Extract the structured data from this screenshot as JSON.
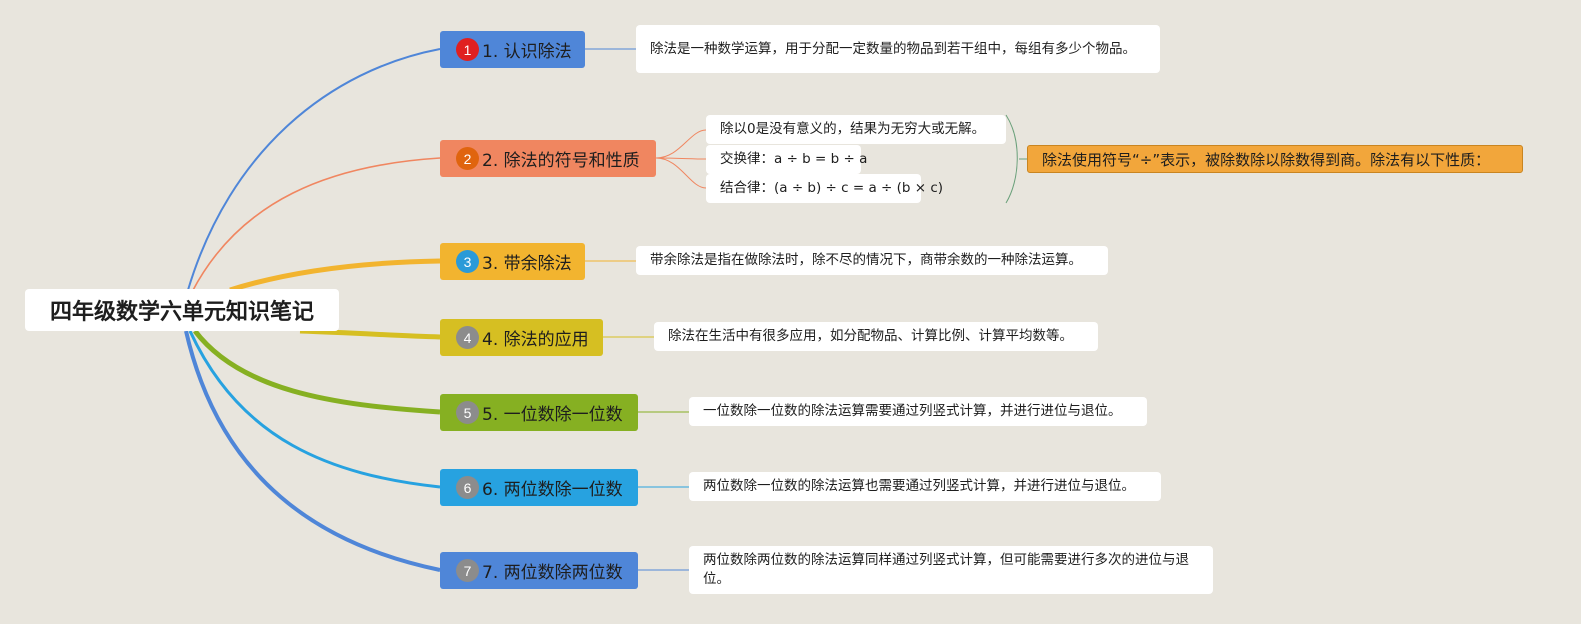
{
  "root": {
    "title": "四年级数学六单元知识笔记"
  },
  "branches": [
    {
      "num": "1",
      "label": "1. 认识除法",
      "color": "#4f86d8",
      "badge_color": "#e02020",
      "notes": [
        "除法是一种数学运算，用于分配一定数量的物品到若干组中，每组有多少个物品。"
      ]
    },
    {
      "num": "2",
      "label": "2. 除法的符号和性质",
      "color": "#f08660",
      "badge_color": "#e0640e",
      "notes": [
        "除以0是没有意义的，结果为无穷大或无解。",
        "交换律：a ÷ b = b ÷ a",
        "结合律：(a ÷ b) ÷ c = a ÷ (b × c)"
      ],
      "summary": "除法使用符号“÷”表示，被除数除以除数得到商。除法有以下性质：",
      "summary_color": "#f2a63b"
    },
    {
      "num": "3",
      "label": "3. 带余除法",
      "color": "#f2b42f",
      "badge_color": "#2a9ad8",
      "notes": [
        "带余除法是指在做除法时，除不尽的情况下，商带余数的一种除法运算。"
      ]
    },
    {
      "num": "4",
      "label": "4. 除法的应用",
      "color": "#d6bf22",
      "badge_color": "#8c8c8c",
      "notes": [
        "除法在生活中有很多应用，如分配物品、计算比例、计算平均数等。"
      ]
    },
    {
      "num": "5",
      "label": "5. 一位数除一位数",
      "color": "#86b022",
      "badge_color": "#8c8c8c",
      "notes": [
        "一位数除一位数的除法运算需要通过列竖式计算，并进行进位与退位。"
      ]
    },
    {
      "num": "6",
      "label": "6. 两位数除一位数",
      "color": "#27a2e0",
      "badge_color": "#8c8c8c",
      "notes": [
        "两位数除一位数的除法运算也需要通过列竖式计算，并进行进位与退位。"
      ]
    },
    {
      "num": "7",
      "label": "7. 两位数除两位数",
      "color": "#4f86d8",
      "badge_color": "#8c8c8c",
      "notes": [
        "两位数除两位数的除法运算同样通过列竖式计算，但可能需要进行多次的进位与退位。"
      ]
    }
  ]
}
